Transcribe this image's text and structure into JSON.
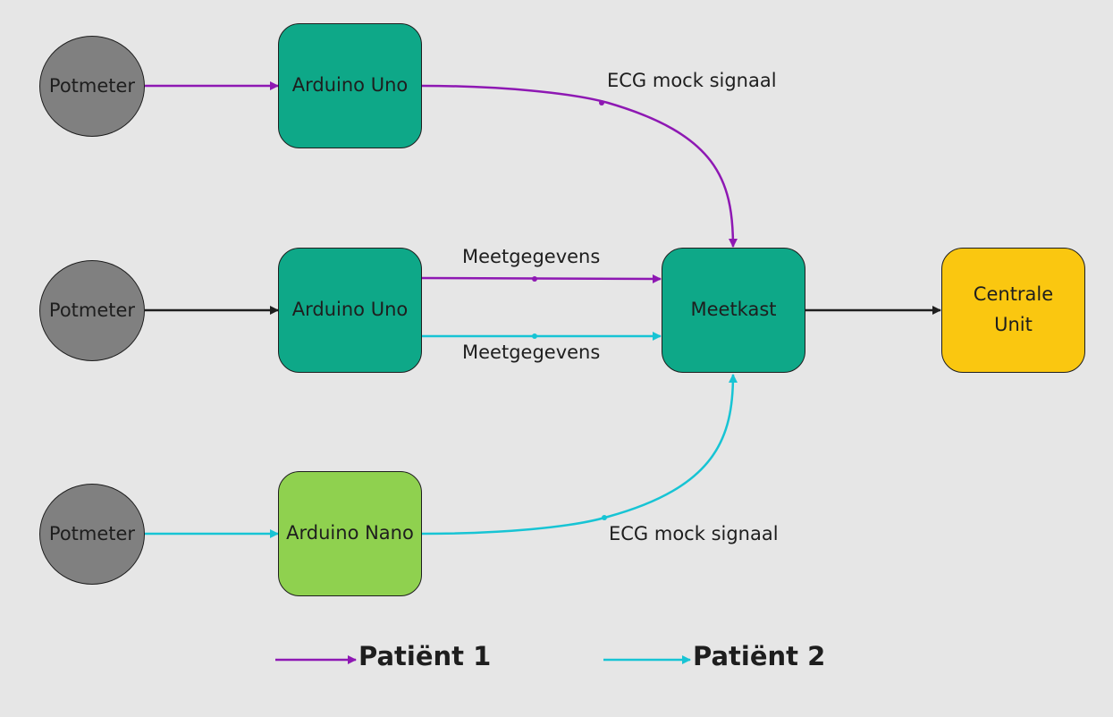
{
  "colors": {
    "patient1": "#8e18b3",
    "patient2": "#17c4d4",
    "neutral": "#1e1e1e",
    "background": "#e6e6e6",
    "sensor_fill": "#808080",
    "arduino_uno_fill": "#0ea888",
    "arduino_nano_fill": "#8fd14f",
    "central_unit_fill": "#fac710"
  },
  "nodes": {
    "potmeter_top": "Potmeter",
    "potmeter_middle": "Potmeter",
    "potmeter_bottom": "Potmeter",
    "arduino_uno_top": "Arduino Uno",
    "arduino_uno_middle": "Arduino Uno",
    "arduino_nano": "Arduino Nano",
    "meetkast": "Meetkast",
    "centrale_unit_line1": "Centrale",
    "centrale_unit_line2": "Unit"
  },
  "edges": {
    "ecg_top": "ECG mock signaal",
    "meetgegevens_patient1": "Meetgegevens",
    "meetgegevens_patient2": "Meetgegevens",
    "ecg_bottom": "ECG mock signaal"
  },
  "legend": {
    "patient1": "Patiënt 1",
    "patient2": "Patiënt 2"
  }
}
